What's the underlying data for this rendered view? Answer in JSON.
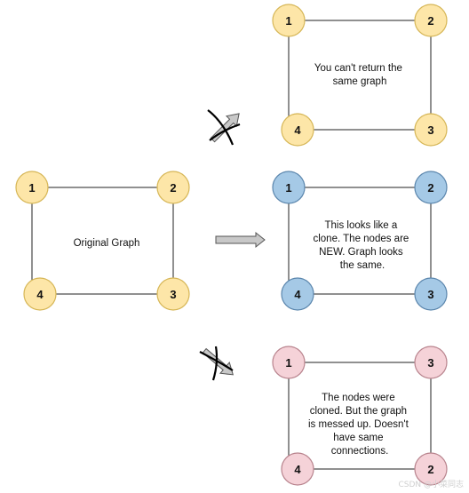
{
  "colors": {
    "edge": "#222222",
    "node_stroke": "#333333",
    "yellow_fill": "#fde6a8",
    "yellow_stroke": "#d6b656",
    "blue_fill": "#a5c9e6",
    "blue_stroke": "#5b86ad",
    "pink_fill": "#f5d2d8",
    "pink_stroke": "#b8838d",
    "arrow_fill": "#c8c8c8",
    "arrow_stroke": "#555555"
  },
  "original": {
    "caption": "Original Graph",
    "nodes": [
      "1",
      "2",
      "3",
      "4"
    ]
  },
  "invalid_same": {
    "caption": [
      "You can't return the",
      "same graph"
    ],
    "nodes": [
      "1",
      "2",
      "3",
      "4"
    ]
  },
  "valid_clone": {
    "caption": [
      "This looks like a",
      "clone. The nodes are",
      "NEW. Graph looks",
      "the same."
    ],
    "nodes": [
      "1",
      "2",
      "3",
      "4"
    ]
  },
  "invalid_connections": {
    "caption": [
      "The nodes were",
      "cloned. But the graph",
      "is messed up. Doesn't",
      "have same",
      "connections."
    ],
    "nodes": [
      "1",
      "3",
      "2",
      "4"
    ]
  },
  "watermark": "CSDN @小菜同志"
}
